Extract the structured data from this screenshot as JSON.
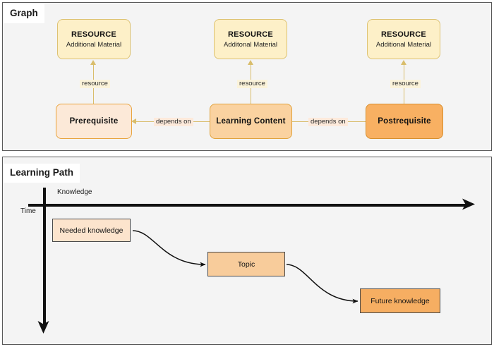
{
  "diagram": {
    "panels": [
      {
        "id": "graph",
        "tab_label": "Graph"
      },
      {
        "id": "learning_path",
        "tab_label": "Learning Path"
      }
    ]
  },
  "graph": {
    "resources": [
      {
        "title": "RESOURCE",
        "subtitle": "Additional Material"
      },
      {
        "title": "RESOURCE",
        "subtitle": "Additonal Material"
      },
      {
        "title": "RESOURCE",
        "subtitle": "Additional Material"
      }
    ],
    "nodes": [
      {
        "label": "Prerequisite"
      },
      {
        "label": "Learning Content"
      },
      {
        "label": "Postrequisite"
      }
    ],
    "edge_labels": {
      "resource_1": "resource",
      "resource_2": "resource",
      "resource_3": "resource",
      "depends_on_1": "depends on",
      "depends_on_2": "depends on"
    }
  },
  "learning_path": {
    "axes": {
      "horizontal_label": "Knowledge",
      "vertical_label": "Time"
    },
    "nodes": [
      {
        "label": "Needed knowledge"
      },
      {
        "label": "Topic"
      },
      {
        "label": "Future knowledge"
      }
    ]
  },
  "colors": {
    "resource_fill": "#fdf0c8",
    "resource_border": "#ddc272",
    "pale_fill": "#fce9d8",
    "medium_fill": "#fad2a0",
    "strong_fill": "#f8b062",
    "edge": "#d9bd6b",
    "axis": "#111111",
    "panel_bg": "#f4f4f4",
    "panel_border": "#5a5a5a"
  }
}
